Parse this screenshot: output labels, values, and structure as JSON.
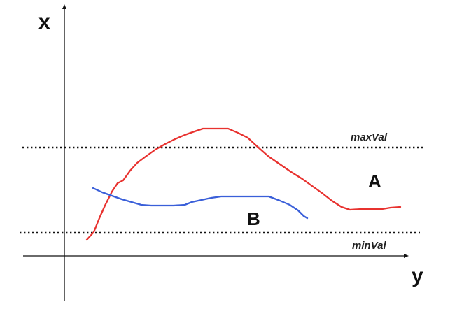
{
  "axes": {
    "vertical_label": "x",
    "horizontal_label": "y"
  },
  "levels": {
    "max_label": "maxVal",
    "min_label": "minVal"
  },
  "curves": {
    "a_label": "A",
    "b_label": "B"
  },
  "colors": {
    "curve_a": "#e8322f",
    "curve_b": "#3a5fd9",
    "axis": "#111111",
    "level_line": "#111111"
  }
}
